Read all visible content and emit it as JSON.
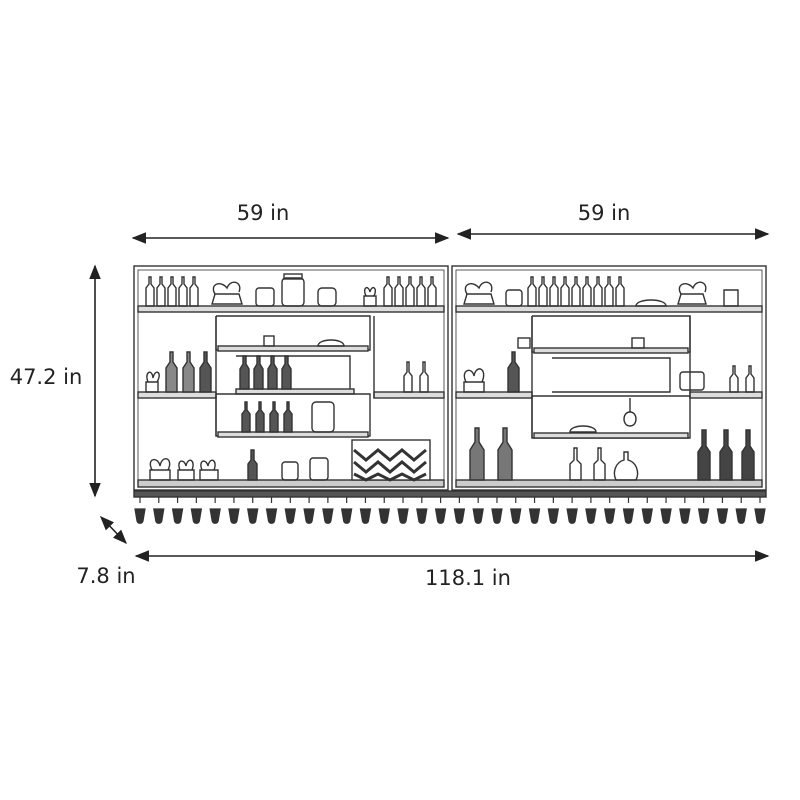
{
  "dimensions": {
    "width_left": "59 in",
    "width_right": "59 in",
    "height": "47.2 in",
    "depth": "7.8 in",
    "total_width": "118.1 in"
  },
  "colors": {
    "line": "#333333",
    "background": "#ffffff"
  },
  "counts": {
    "hanging_glasses": 34
  }
}
